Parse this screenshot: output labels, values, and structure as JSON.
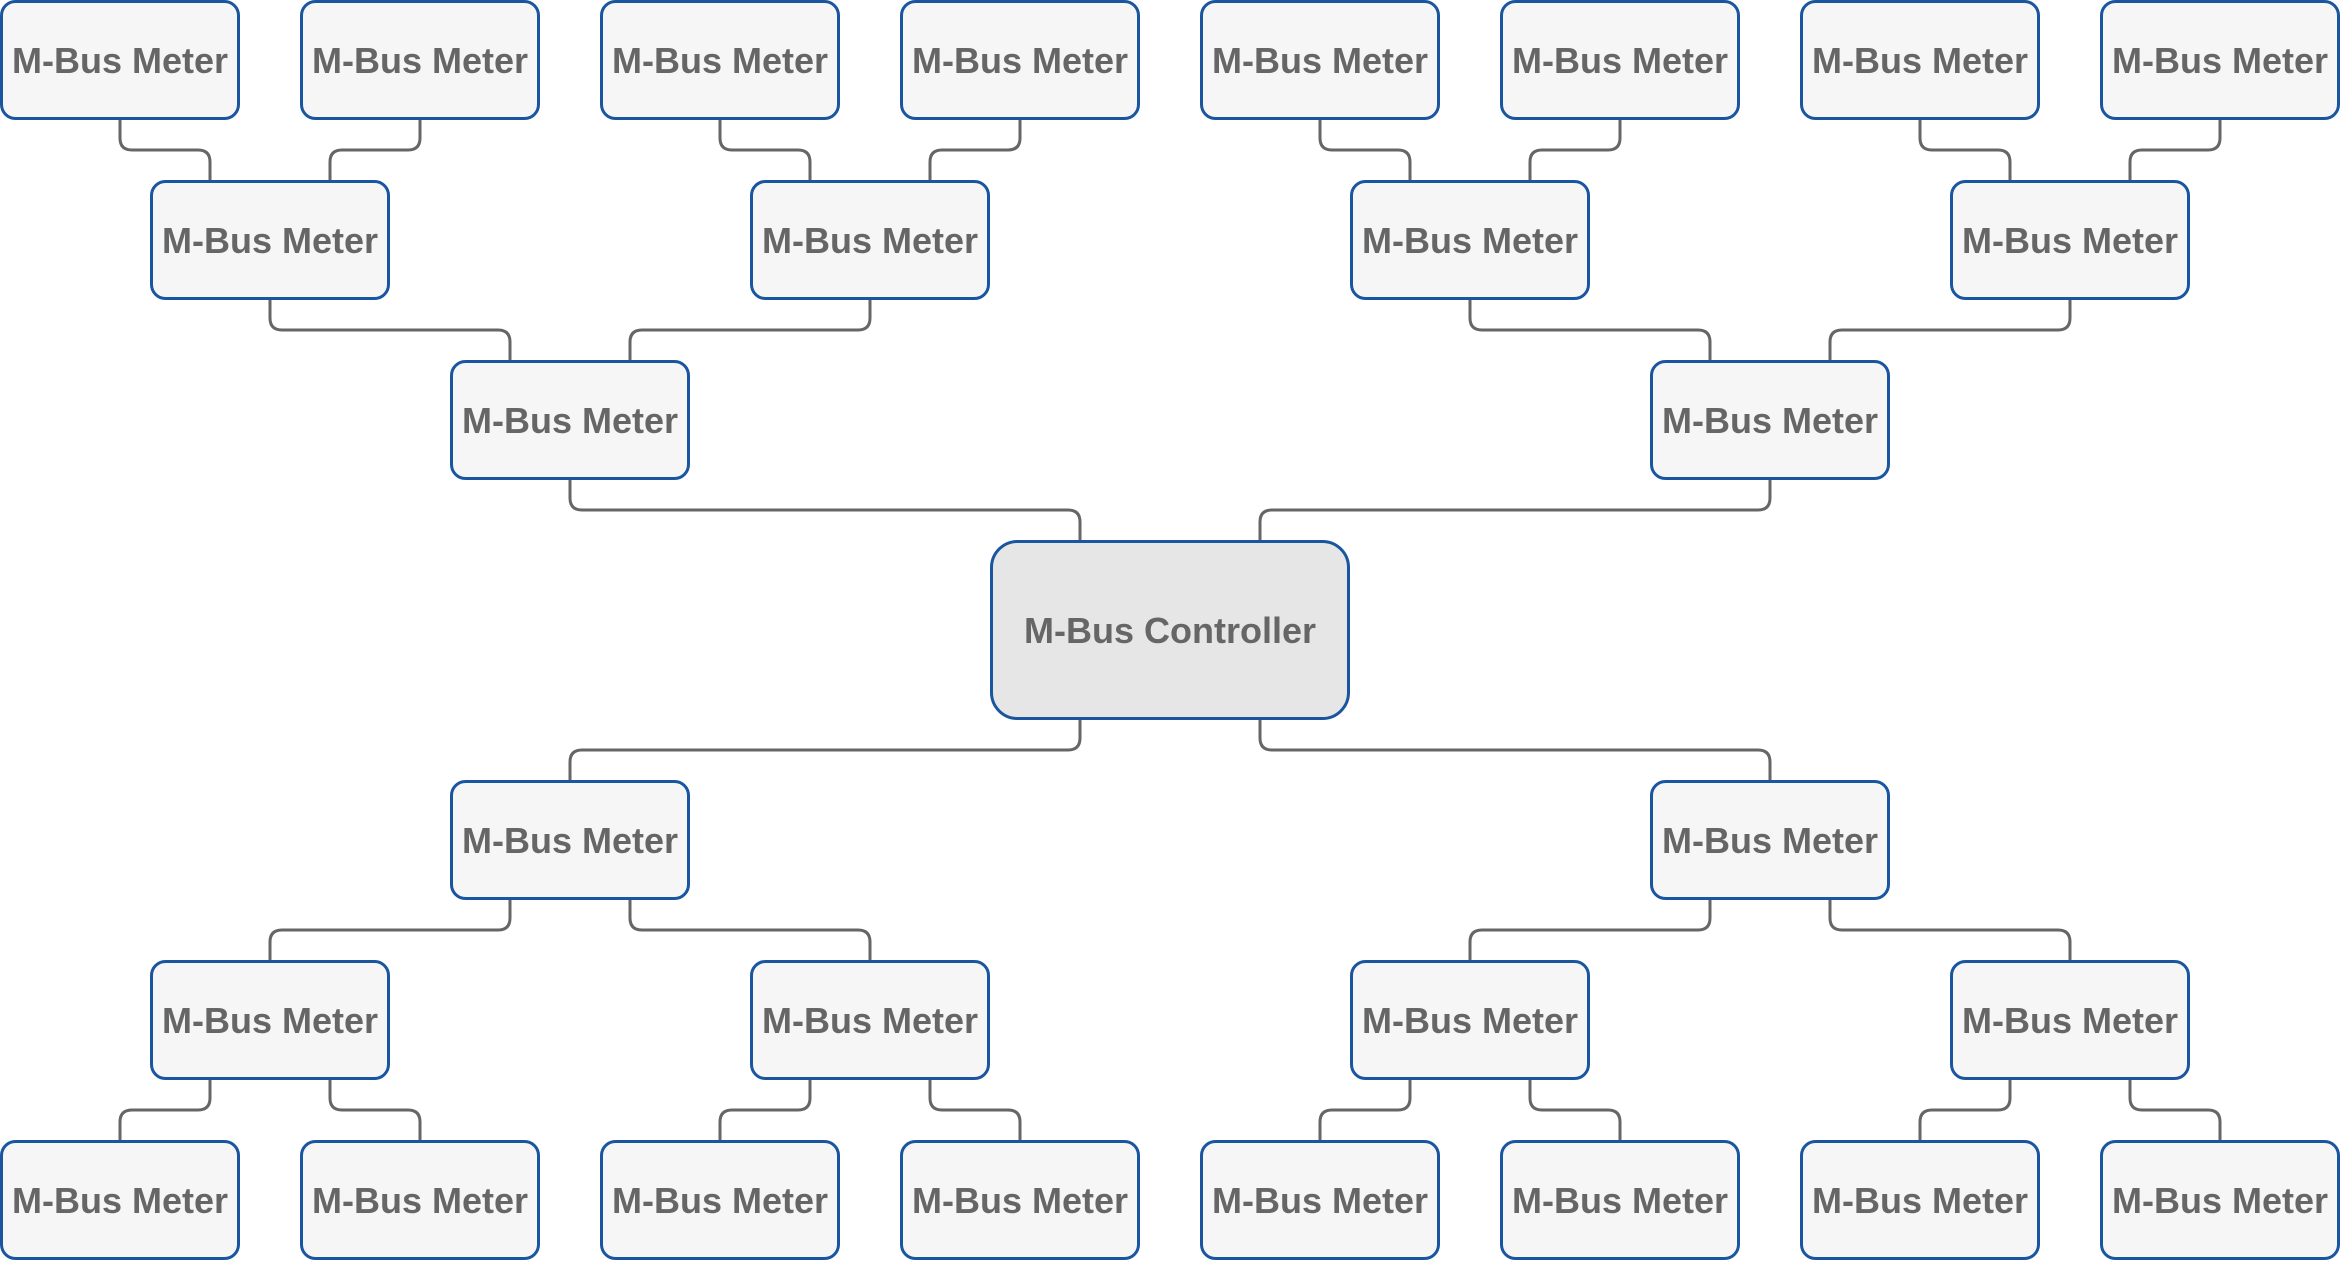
{
  "diagram": {
    "controller": {
      "id": "controller",
      "label": "M-Bus Controller",
      "fill": "#e6e6e6",
      "stroke": "#1a56a0"
    },
    "meter_style": {
      "fill": "#f6f6f6",
      "stroke": "#1a56a0"
    },
    "connector_color": "#666666",
    "nodes": [
      {
        "id": "tl-a1",
        "label": "M-Bus Meter",
        "parent": "tl-b1"
      },
      {
        "id": "tl-a2",
        "label": "M-Bus Meter",
        "parent": "tl-b1"
      },
      {
        "id": "tl-a3",
        "label": "M-Bus Meter",
        "parent": "tl-b2"
      },
      {
        "id": "tl-a4",
        "label": "M-Bus Meter",
        "parent": "tl-b2"
      },
      {
        "id": "tr-a1",
        "label": "M-Bus Meter",
        "parent": "tr-b1"
      },
      {
        "id": "tr-a2",
        "label": "M-Bus Meter",
        "parent": "tr-b1"
      },
      {
        "id": "tr-a3",
        "label": "M-Bus Meter",
        "parent": "tr-b2"
      },
      {
        "id": "tr-a4",
        "label": "M-Bus Meter",
        "parent": "tr-b2"
      },
      {
        "id": "tl-b1",
        "label": "M-Bus Meter",
        "parent": "tl-c"
      },
      {
        "id": "tl-b2",
        "label": "M-Bus Meter",
        "parent": "tl-c"
      },
      {
        "id": "tr-b1",
        "label": "M-Bus Meter",
        "parent": "tr-c"
      },
      {
        "id": "tr-b2",
        "label": "M-Bus Meter",
        "parent": "tr-c"
      },
      {
        "id": "tl-c",
        "label": "M-Bus Meter",
        "parent": "controller"
      },
      {
        "id": "tr-c",
        "label": "M-Bus Meter",
        "parent": "controller"
      },
      {
        "id": "bl-c",
        "label": "M-Bus Meter",
        "parent": "controller"
      },
      {
        "id": "br-c",
        "label": "M-Bus Meter",
        "parent": "controller"
      },
      {
        "id": "bl-b1",
        "label": "M-Bus Meter",
        "parent": "bl-c"
      },
      {
        "id": "bl-b2",
        "label": "M-Bus Meter",
        "parent": "bl-c"
      },
      {
        "id": "br-b1",
        "label": "M-Bus Meter",
        "parent": "br-c"
      },
      {
        "id": "br-b2",
        "label": "M-Bus Meter",
        "parent": "br-c"
      },
      {
        "id": "bl-a1",
        "label": "M-Bus Meter",
        "parent": "bl-b1"
      },
      {
        "id": "bl-a2",
        "label": "M-Bus Meter",
        "parent": "bl-b1"
      },
      {
        "id": "bl-a3",
        "label": "M-Bus Meter",
        "parent": "bl-b2"
      },
      {
        "id": "bl-a4",
        "label": "M-Bus Meter",
        "parent": "bl-b2"
      },
      {
        "id": "br-a1",
        "label": "M-Bus Meter",
        "parent": "br-b1"
      },
      {
        "id": "br-a2",
        "label": "M-Bus Meter",
        "parent": "br-b1"
      },
      {
        "id": "br-a3",
        "label": "M-Bus Meter",
        "parent": "br-b2"
      },
      {
        "id": "br-a4",
        "label": "M-Bus Meter",
        "parent": "br-b2"
      }
    ]
  }
}
